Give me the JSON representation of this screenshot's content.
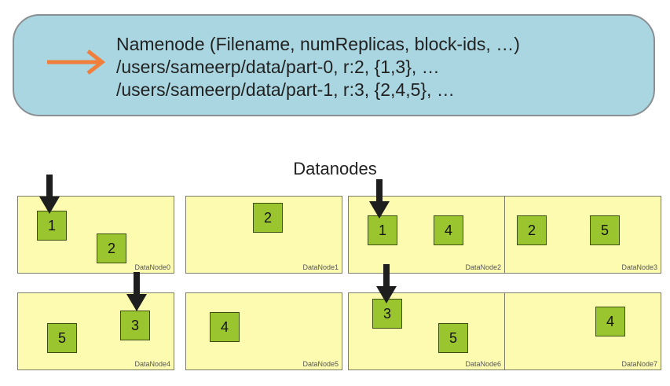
{
  "namenode": {
    "lines": [
      "Namenode (Filename, numReplicas, block-ids, …)",
      "/users/sameerp/data/part-0, r:2, {1,3}, …",
      "/users/sameerp/data/part-1, r:3, {2,4,5}, …"
    ]
  },
  "datanodes_title": "Datanodes",
  "datanodes": [
    {
      "label": "DataNode0",
      "blocks": [
        "1",
        "2"
      ]
    },
    {
      "label": "DataNode1",
      "blocks": [
        "2"
      ]
    },
    {
      "label": "DataNode2",
      "blocks": [
        "1",
        "4"
      ]
    },
    {
      "label": "DataNode3",
      "blocks": [
        "2",
        "5"
      ]
    },
    {
      "label": "DataNode4",
      "blocks": [
        "5",
        "3"
      ]
    },
    {
      "label": "DataNode5",
      "blocks": [
        "4"
      ]
    },
    {
      "label": "DataNode6",
      "blocks": [
        "3",
        "5"
      ]
    },
    {
      "label": "DataNode7",
      "blocks": [
        "4"
      ]
    }
  ],
  "colors": {
    "namenode_fill": "#a9d6e0",
    "arrow_orange": "#f07f3c",
    "datanode_fill": "#fdfbb0",
    "block_fill": "#9bc52e",
    "pointer_arrow": "#1e1e1e"
  }
}
